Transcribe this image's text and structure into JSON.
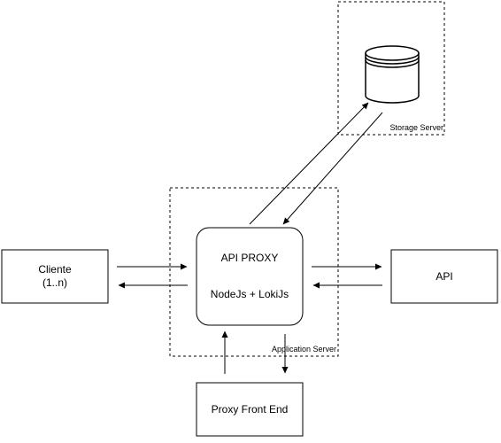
{
  "diagram": {
    "nodes": {
      "cliente": {
        "line1": "Cliente",
        "line2": "(1..n)"
      },
      "api_proxy": {
        "line1": "API PROXY",
        "line2": "NodeJs + LokiJs"
      },
      "api": {
        "label": "API"
      },
      "proxy_front_end": {
        "label": "Proxy Front End"
      }
    },
    "groups": {
      "storage_server": {
        "label": "Storage Server"
      },
      "application_server": {
        "label": "Application Server"
      }
    },
    "edges": [
      {
        "from": "cliente",
        "to": "api_proxy"
      },
      {
        "from": "api_proxy",
        "to": "cliente"
      },
      {
        "from": "api_proxy",
        "to": "api"
      },
      {
        "from": "api",
        "to": "api_proxy"
      },
      {
        "from": "api_proxy",
        "to": "storage"
      },
      {
        "from": "storage",
        "to": "api_proxy"
      },
      {
        "from": "api_proxy",
        "to": "proxy_front_end"
      },
      {
        "from": "proxy_front_end",
        "to": "api_proxy"
      }
    ],
    "colors": {
      "stroke": "#000000",
      "fill": "#ffffff"
    }
  }
}
